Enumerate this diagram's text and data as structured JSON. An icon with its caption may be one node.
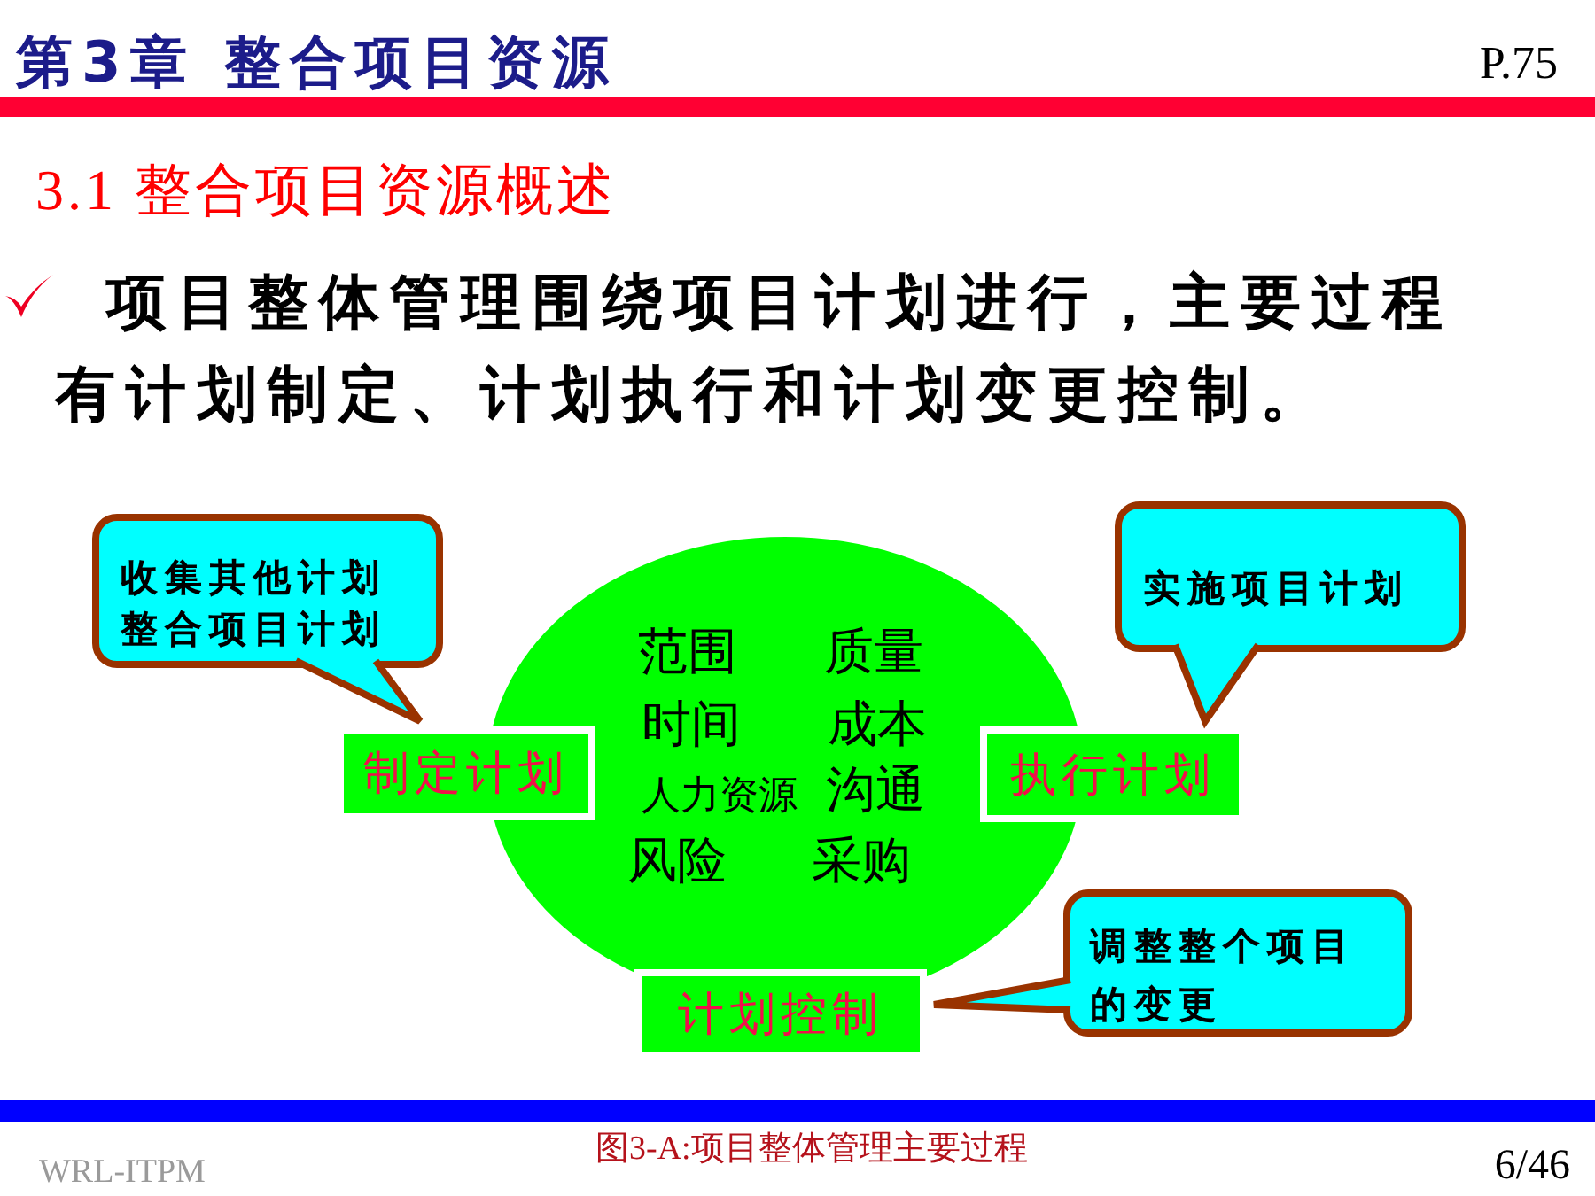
{
  "diagram": {
    "title": "第3章 整合项目资源",
    "caption": "图3-A:项目整体管理主要过程",
    "nodes": [
      {
        "text": [
          "范围",
          "质量",
          "时间",
          "成本",
          "人力资源",
          "沟通",
          "风险",
          "采购"
        ]
      },
      {
        "text": [
          "制定计划"
        ]
      },
      {
        "text": [
          "执行计划"
        ]
      },
      {
        "text": [
          "计划控制"
        ]
      },
      {
        "text": [
          "收集其他计划",
          "整合项目计划"
        ]
      },
      {
        "text": [
          "实施项目计划"
        ]
      },
      {
        "text": [
          "调整整个项目的变更"
        ]
      }
    ],
    "labels": [
      "P.75",
      "3.1 整合项目资源概述",
      "项目整体管理围绕项目计划进行，主要过程有计划制定、计划执行和计划变更控制。",
      "WRL-ITPM",
      "6/46"
    ]
  }
}
